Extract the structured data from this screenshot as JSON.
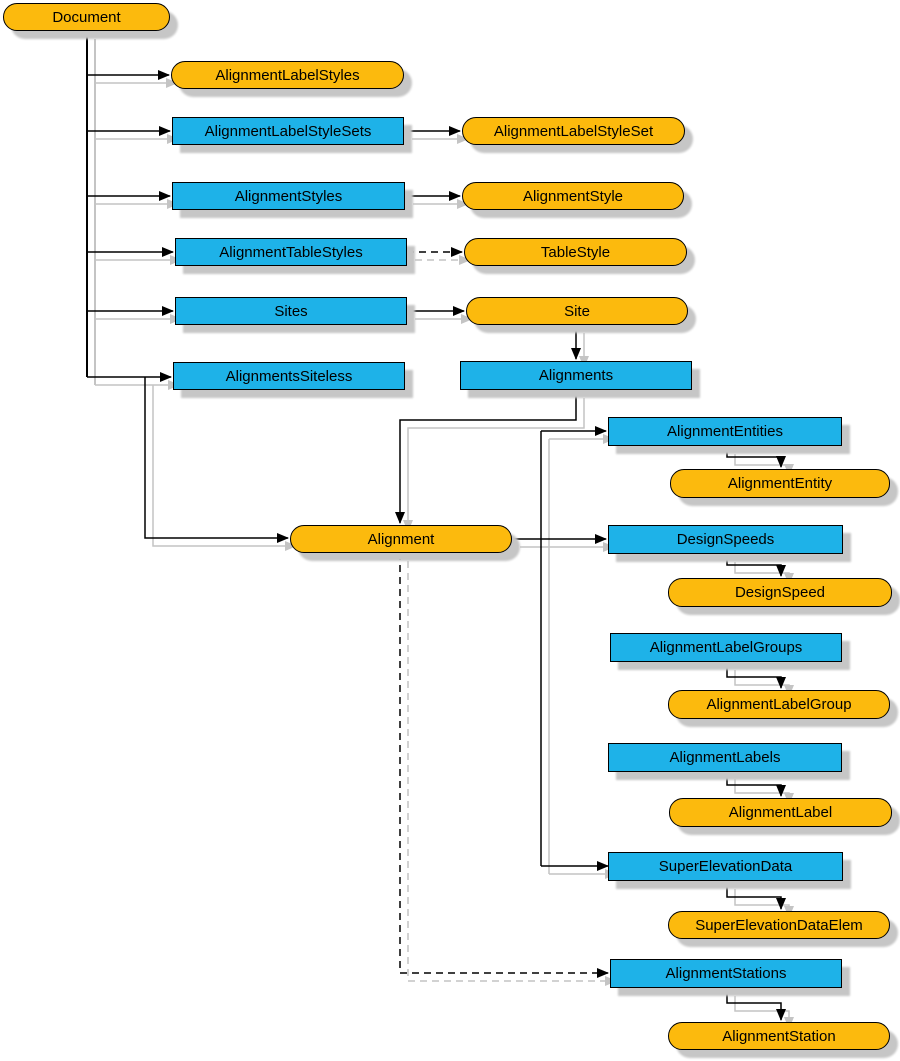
{
  "colors": {
    "object": "#FCBA0D",
    "collection": "#1EB2E8",
    "border": "#000000",
    "shadow": "#C6C6C6",
    "line_shadow": "#C4C4C4"
  },
  "nodes": [
    {
      "id": "document",
      "label": "Document",
      "kind": "object"
    },
    {
      "id": "alignment-label-styles",
      "label": "AlignmentLabelStyles",
      "kind": "object"
    },
    {
      "id": "alignment-label-style-sets",
      "label": "AlignmentLabelStyleSets",
      "kind": "collection"
    },
    {
      "id": "alignment-label-style-set",
      "label": "AlignmentLabelStyleSet",
      "kind": "object"
    },
    {
      "id": "alignment-styles",
      "label": "AlignmentStyles",
      "kind": "collection"
    },
    {
      "id": "alignment-style",
      "label": "AlignmentStyle",
      "kind": "object"
    },
    {
      "id": "alignment-table-styles",
      "label": "AlignmentTableStyles",
      "kind": "collection"
    },
    {
      "id": "table-style",
      "label": "TableStyle",
      "kind": "object"
    },
    {
      "id": "sites",
      "label": "Sites",
      "kind": "collection"
    },
    {
      "id": "site",
      "label": "Site",
      "kind": "object"
    },
    {
      "id": "alignments-siteless",
      "label": "AlignmentsSiteless",
      "kind": "collection"
    },
    {
      "id": "alignments",
      "label": "Alignments",
      "kind": "collection"
    },
    {
      "id": "alignment-entities",
      "label": "AlignmentEntities",
      "kind": "collection"
    },
    {
      "id": "alignment-entity",
      "label": "AlignmentEntity",
      "kind": "object"
    },
    {
      "id": "alignment",
      "label": "Alignment",
      "kind": "object"
    },
    {
      "id": "design-speeds",
      "label": "DesignSpeeds",
      "kind": "collection"
    },
    {
      "id": "design-speed",
      "label": "DesignSpeed",
      "kind": "object"
    },
    {
      "id": "alignment-label-groups",
      "label": "AlignmentLabelGroups",
      "kind": "collection"
    },
    {
      "id": "alignment-label-group",
      "label": "AlignmentLabelGroup",
      "kind": "object"
    },
    {
      "id": "alignment-labels",
      "label": "AlignmentLabels",
      "kind": "collection"
    },
    {
      "id": "alignment-label",
      "label": "AlignmentLabel",
      "kind": "object"
    },
    {
      "id": "super-elevation-data",
      "label": "SuperElevationData",
      "kind": "collection"
    },
    {
      "id": "super-elevation-data-elem",
      "label": "SuperElevationDataElem",
      "kind": "object"
    },
    {
      "id": "alignment-stations",
      "label": "AlignmentStations",
      "kind": "collection"
    },
    {
      "id": "alignment-station",
      "label": "AlignmentStation",
      "kind": "object"
    }
  ],
  "edges": [
    {
      "from": "document",
      "to": "alignment-label-styles",
      "style": "solid"
    },
    {
      "from": "document",
      "to": "alignment-label-style-sets",
      "style": "solid"
    },
    {
      "from": "document",
      "to": "alignment-styles",
      "style": "solid"
    },
    {
      "from": "document",
      "to": "alignment-table-styles",
      "style": "solid"
    },
    {
      "from": "document",
      "to": "sites",
      "style": "solid"
    },
    {
      "from": "document",
      "to": "alignments-siteless",
      "style": "solid"
    },
    {
      "from": "document",
      "to": "alignment",
      "style": "solid"
    },
    {
      "from": "alignment-label-style-sets",
      "to": "alignment-label-style-set",
      "style": "solid"
    },
    {
      "from": "alignment-styles",
      "to": "alignment-style",
      "style": "solid"
    },
    {
      "from": "alignment-table-styles",
      "to": "table-style",
      "style": "dashed"
    },
    {
      "from": "sites",
      "to": "site",
      "style": "solid"
    },
    {
      "from": "site",
      "to": "alignments",
      "style": "solid"
    },
    {
      "from": "alignments",
      "to": "alignment",
      "style": "solid"
    },
    {
      "from": "alignment",
      "to": "alignment-entities",
      "style": "solid"
    },
    {
      "from": "alignment",
      "to": "design-speeds",
      "style": "solid"
    },
    {
      "from": "alignment",
      "to": "super-elevation-data",
      "style": "solid"
    },
    {
      "from": "alignment",
      "to": "alignment-stations",
      "style": "dashed"
    },
    {
      "from": "alignment-entities",
      "to": "alignment-entity",
      "style": "solid"
    },
    {
      "from": "design-speeds",
      "to": "design-speed",
      "style": "solid"
    },
    {
      "from": "alignment-label-groups",
      "to": "alignment-label-group",
      "style": "solid"
    },
    {
      "from": "alignment-labels",
      "to": "alignment-label",
      "style": "solid"
    },
    {
      "from": "super-elevation-data",
      "to": "super-elevation-data-elem",
      "style": "solid"
    },
    {
      "from": "alignment-stations",
      "to": "alignment-station",
      "style": "solid"
    }
  ]
}
